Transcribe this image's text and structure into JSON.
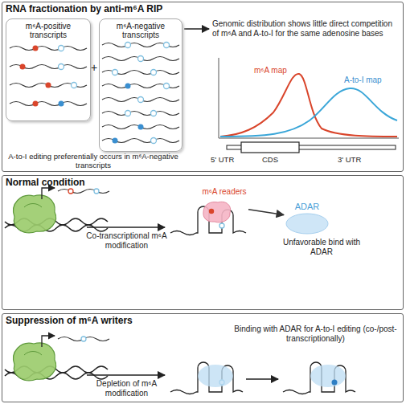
{
  "diagram": {
    "nodes": [
      {
        "text": [
          "RNA fractionation by anti-m⁶A RIP"
        ]
      },
      {
        "text": [
          "m⁶A-positive transcripts"
        ],
        "in": 0
      },
      {
        "text": [
          "m⁶A-negative transcripts"
        ],
        "in": 0
      },
      {
        "text": [
          "Normal condition"
        ]
      },
      {
        "text": [
          "m⁶A readers"
        ],
        "in": 3
      },
      {
        "text": [
          "ADAR"
        ],
        "in": 3
      },
      {
        "text": [
          "Suppression of m⁶A writers"
        ]
      }
    ],
    "edges": [
      {
        "from": 4,
        "to": 5,
        "arrow": "to"
      }
    ],
    "labels": [
      "+",
      "A-to-I editing preferentially occurs in m⁶A-negative transcripts",
      "Genomic distribution shows little direct competition of m⁶A and A-to-I for the same adenosine bases",
      "m⁶A map",
      "A-to-I map",
      "5' UTR",
      "CDS",
      "3' UTR",
      "Co-transcriptional m⁶A modification",
      "Unfavorable bind with ADAR",
      "Depletion of m⁶A modification",
      "Binding with ADAR for A-to-I editing (co-/post- transcriptionally)"
    ]
  }
}
